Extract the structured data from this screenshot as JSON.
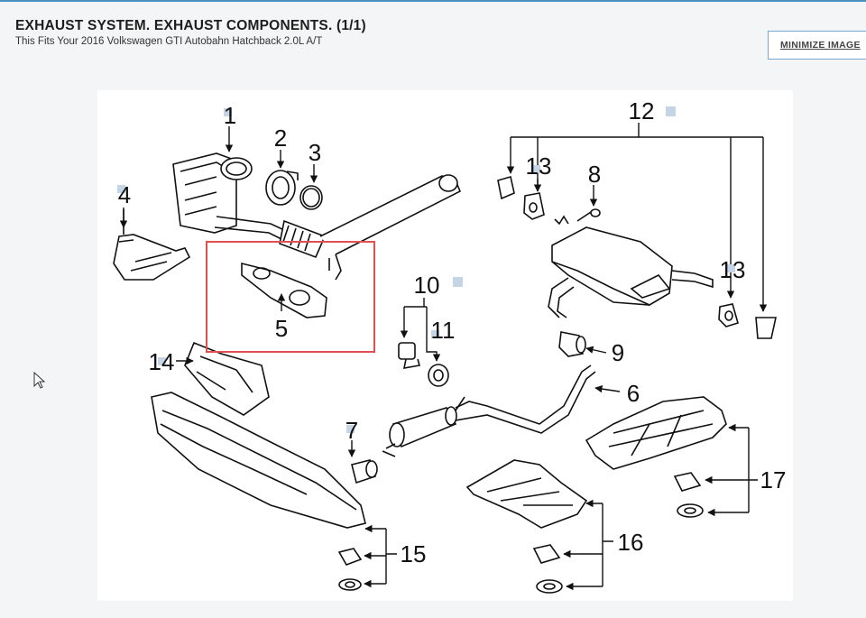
{
  "header": {
    "title": "EXHAUST SYSTEM. EXHAUST COMPONENTS. (1/1)",
    "subtitle": "This Fits Your 2016 Volkswagen GTI Autobahn Hatchback 2.0L A/T",
    "minimize_label": "MINIMIZE IMAGE",
    "minimize_icon": "collapse-icon"
  },
  "diagram": {
    "callouts": {
      "c1": "1",
      "c2": "2",
      "c3": "3",
      "c4": "4",
      "c5": "5",
      "c6": "6",
      "c7": "7",
      "c8": "8",
      "c9": "9",
      "c10": "10",
      "c11": "11",
      "c12": "12",
      "c13a": "13",
      "c13b": "13",
      "c14": "14",
      "c15": "15",
      "c16": "16",
      "c17": "17"
    },
    "highlight_color": "#e05050",
    "marker_color": "#c4d5e6"
  }
}
